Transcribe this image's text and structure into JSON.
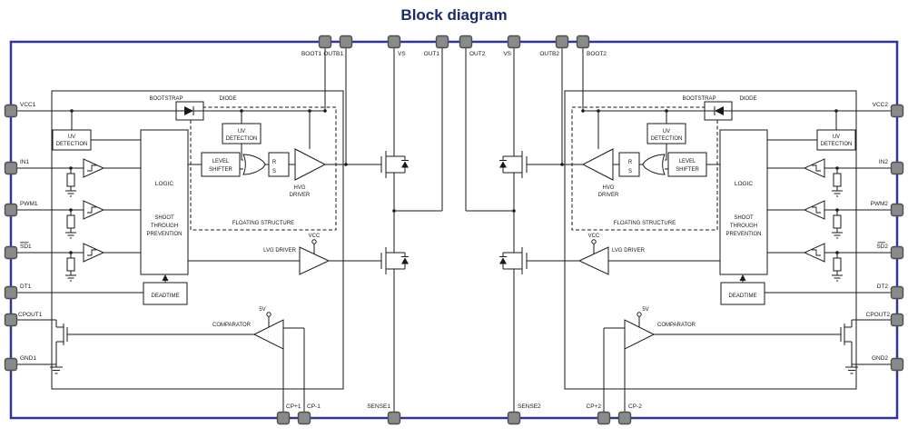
{
  "title": "Block diagram",
  "colors": {
    "title": "#1b2a6e",
    "chip_border": "#2f3699",
    "pin_fill": "#8a8a8a",
    "pin_stroke": "#4f4f4f",
    "line": "#1a1a1a"
  },
  "pins": {
    "top": {
      "boot1": "BOOT1",
      "outb1": "OUTB1",
      "vs1": "VS",
      "out1": "OUT1",
      "out2": "OUT2",
      "vs2": "VS",
      "outb2": "OUTB2",
      "boot2": "BOOT2"
    },
    "bottom": {
      "cp_plus1": "CP+1",
      "cp_minus1": "CP-1",
      "sense1": "SENSE1",
      "sense2": "SENSE2",
      "cp_plus2": "CP+2",
      "cp_minus2": "CP-2"
    },
    "left": {
      "vcc1": "VCC1",
      "in1": "IN1",
      "pwm1": "PWM1",
      "sd1": "SD1",
      "dt1": "DT1",
      "cpout1": "CPOUT1",
      "gnd1": "GND1"
    },
    "right": {
      "vcc2": "VCC2",
      "in2": "IN2",
      "pwm2": "PWM2",
      "sd2": "SD2",
      "dt2": "DT2",
      "cpout2": "CPOUT2",
      "gnd2": "GND2"
    }
  },
  "channel1": {
    "bootstrap": "BOOTSTRAP",
    "diode": "DIODE",
    "uv_supply": {
      "l1": "UV",
      "l2": "DETECTION"
    },
    "uv_floating": {
      "l1": "UV",
      "l2": "DETECTION"
    },
    "level_shifter": {
      "l1": "LEVEL",
      "l2": "SHIFTER"
    },
    "latch": {
      "r": "R",
      "s": "S"
    },
    "hvg": {
      "l1": "HVG",
      "l2": "DRIVER"
    },
    "floating_structure": "FLOATING STRUCTURE",
    "logic": "LOGIC",
    "shoot": {
      "l1": "SHOOT",
      "l2": "THROUGH",
      "l3": "PREVENTION"
    },
    "deadtime": "DEADTIME",
    "lvg": "LVG DRIVER",
    "vcc": "VCC",
    "comparator": "COMPARATOR",
    "supply_5v": "5V"
  },
  "channel2": {
    "bootstrap": "BOOTSTRAP",
    "diode": "DIODE",
    "uv_supply": {
      "l1": "UV",
      "l2": "DETECTION"
    },
    "uv_floating": {
      "l1": "UV",
      "l2": "DETECTION"
    },
    "level_shifter": {
      "l1": "LEVEL",
      "l2": "SHIFTER"
    },
    "latch": {
      "r": "R",
      "s": "S"
    },
    "hvg": {
      "l1": "HVG",
      "l2": "DRIVER"
    },
    "floating_structure": "FLOATING STRUCTURE",
    "logic": "LOGIC",
    "shoot": {
      "l1": "SHOOT",
      "l2": "THROUGH",
      "l3": "PREVENTION"
    },
    "deadtime": "DEADTIME",
    "lvg": "LVG DRIVER",
    "vcc": "VCC",
    "comparator": "COMPARATOR",
    "supply_5v": "5V"
  }
}
